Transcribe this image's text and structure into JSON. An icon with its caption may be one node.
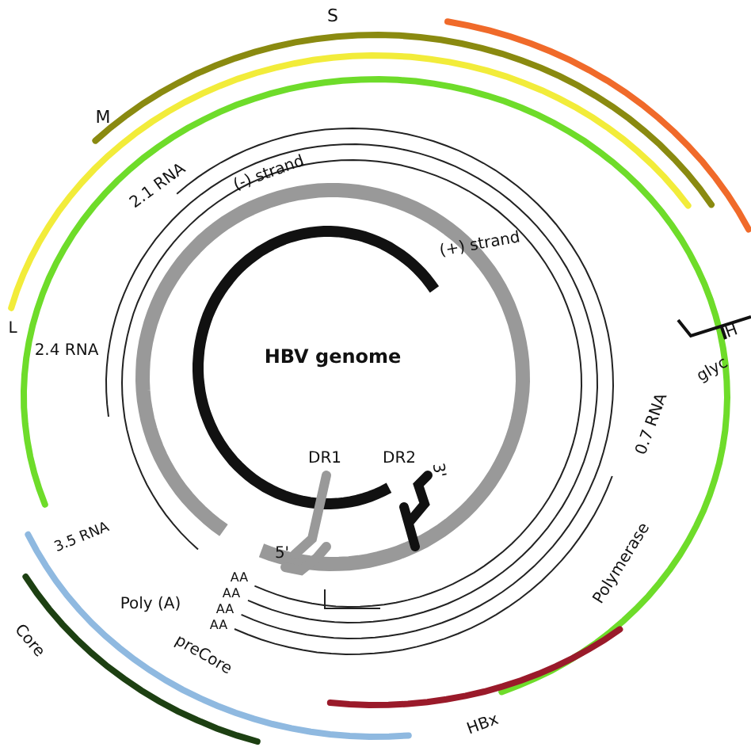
{
  "diagram": {
    "labels": [
      "S",
      "M",
      "L",
      "2.1 RNA",
      "(-) strand",
      "(+) strand",
      "2.4 RNA",
      "HBV genome",
      "H",
      "glyc",
      "DR1",
      "DR2",
      "3'",
      "0.7 RNA",
      "3.5 RNA",
      "5'",
      "AA",
      "Poly (A)",
      "AA",
      "AA",
      "AA",
      "Polymerase",
      "Core",
      "preCore",
      "HBx"
    ]
  }
}
